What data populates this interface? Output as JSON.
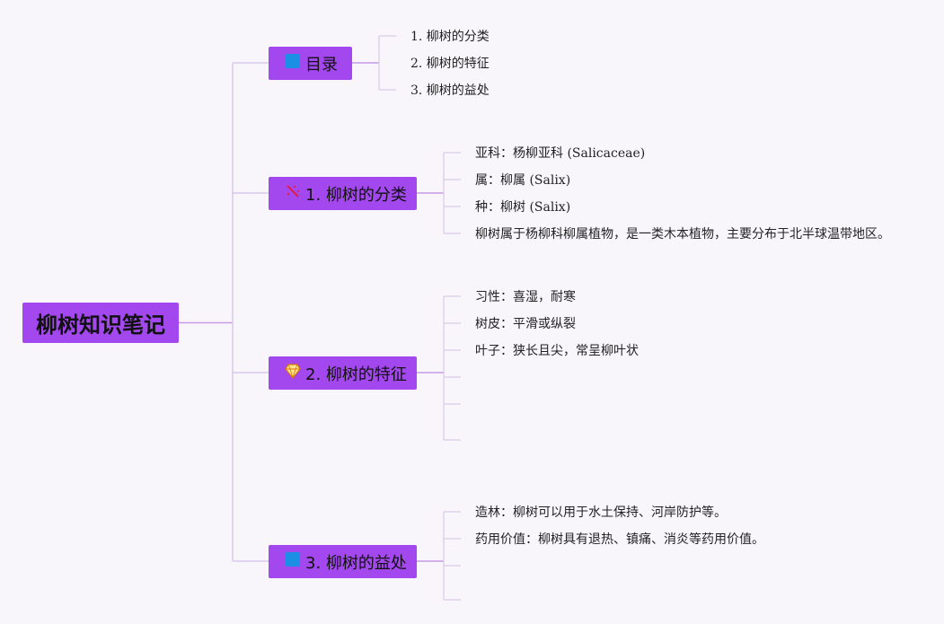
{
  "root": {
    "label": "柳树知识笔记"
  },
  "branches": {
    "toc": {
      "icon": "blue-square-icon",
      "label": "目录",
      "items": [
        "1. 柳树的分类",
        "2. 柳树的特征",
        "3. 柳树的益处"
      ]
    },
    "classification": {
      "icon": "wand-icon",
      "label": "1. 柳树的分类",
      "items": [
        "亚科：杨柳亚科 (Salicaceae)",
        "属：柳属 (Salix)",
        "种：柳树 (Salix)",
        "柳树属于杨柳科柳属植物，是一类木本植物，主要分布于北半球温带地区。"
      ]
    },
    "features": {
      "icon": "gem-icon",
      "label": "2. 柳树的特征",
      "items": [
        "习性：喜湿，耐寒",
        "树皮：平滑或纵裂",
        "叶子：狭长且尖，常呈柳叶状",
        "",
        "",
        ""
      ]
    },
    "benefits": {
      "icon": "blue-square-icon",
      "label": "3. 柳树的益处",
      "items": [
        "造林：柳树可以用于水土保持、河岸防护等。",
        "药用价值：柳树具有退热、镇痛、消炎等药用价值。",
        "",
        "",
        ""
      ]
    }
  },
  "colors": {
    "node_fill": "#a347ee",
    "edge_main": "#c79ae8",
    "edge_leaf": "#d8cce6",
    "background": "#f8f6fb"
  }
}
